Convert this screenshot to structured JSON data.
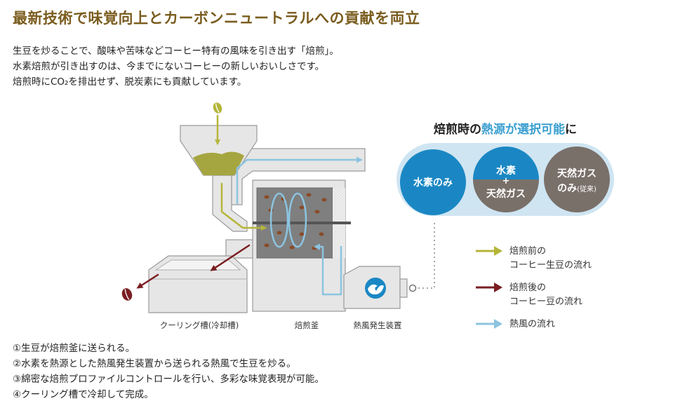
{
  "title": "最新技術で味覚向上とカーボンニュートラルへの貢献を両立",
  "intro": [
    "生豆を炒ることで、酸味や苦味などコーヒー特有の風味を引き出す「焙煎」。",
    "水素焙煎が引き出すのは、今までにないコーヒーの新しいおいしさです。",
    "焙煎時にCO₂を排出せず、脱炭素にも貢献しています。"
  ],
  "heat_source": {
    "heading_part1": "焙煎時の",
    "heading_part2": "熱源が選択可能",
    "heading_part3": "に",
    "options": [
      {
        "line1": "水素のみ"
      },
      {
        "line1": "水素",
        "line2": "+",
        "line3": "天然ガス"
      },
      {
        "line1": "天然ガス",
        "line2": "のみ",
        "line2_small": "(従来)"
      }
    ]
  },
  "machine_labels": {
    "cooling": "クーリング槽(冷却槽)",
    "roaster": "焙煎釜",
    "heater": "熱風発生装置"
  },
  "legend": [
    {
      "line1": "焙煎前の",
      "line2": "コーヒー生豆の流れ",
      "color": "#b5b53a"
    },
    {
      "line1": "焙煎後の",
      "line2": "コーヒー豆の流れ",
      "color": "#7a1e22"
    },
    {
      "line1": "熱風の流れ",
      "line2": "",
      "color": "#8cc4e0"
    }
  ],
  "steps": [
    "①生豆が焙煎釜に送られる。",
    "②水素を熱源とした熱風発生装置から送られる熱風で生豆を炒る。",
    "③綿密な焙煎プロファイルコントロールを行い、多彩な味覚表現が可能。",
    "④クーリング槽で冷却して完成。"
  ],
  "colors": {
    "title": "#7a5c1e",
    "accent_blue": "#3a9fd0",
    "circle_blue": "#1a87c4",
    "circle_gray": "#7a706a",
    "green_bean": "#b5b53a",
    "roasted": "#7a1e22",
    "hot_air": "#8cc4e0"
  }
}
